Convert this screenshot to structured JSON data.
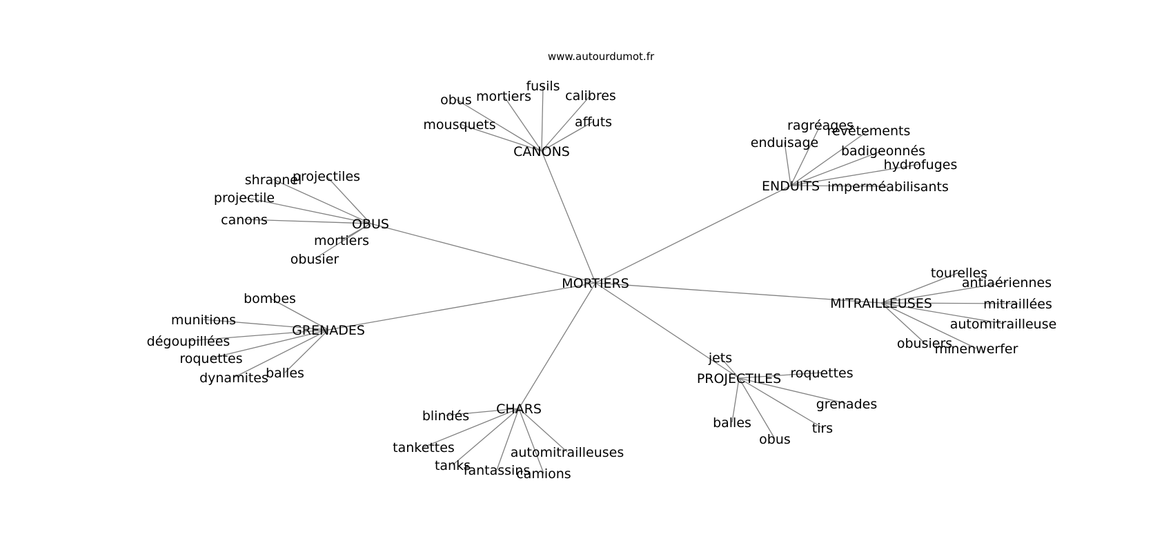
{
  "source_label": "www.autourdumot.fr",
  "center": "MORTIERS",
  "clusters": [
    {
      "label": "CANONS",
      "children": [
        {
          "label": "fusils"
        },
        {
          "label": "mortiers"
        },
        {
          "label": "obus"
        },
        {
          "label": "calibres"
        },
        {
          "label": "affuts"
        },
        {
          "label": "mousquets"
        }
      ]
    },
    {
      "label": "ENDUITS",
      "children": [
        {
          "label": "ragréages"
        },
        {
          "label": "revêtements"
        },
        {
          "label": "enduisage"
        },
        {
          "label": "badigeonnés"
        },
        {
          "label": "hydrofuges"
        },
        {
          "label": "imperméabilisants"
        }
      ]
    },
    {
      "label": "OBUS",
      "children": [
        {
          "label": "projectiles"
        },
        {
          "label": "shrapnel"
        },
        {
          "label": "projectile"
        },
        {
          "label": "canons"
        },
        {
          "label": "mortiers"
        },
        {
          "label": "obusier"
        }
      ]
    },
    {
      "label": "MITRAILLEUSES",
      "children": [
        {
          "label": "tourelles"
        },
        {
          "label": "antiaériennes"
        },
        {
          "label": "mitraillées"
        },
        {
          "label": "automitrailleuse"
        },
        {
          "label": "obusiers"
        },
        {
          "label": "minenwerfer"
        }
      ]
    },
    {
      "label": "GRENADES",
      "children": [
        {
          "label": "bombes"
        },
        {
          "label": "munitions"
        },
        {
          "label": "dégoupillées"
        },
        {
          "label": "roquettes"
        },
        {
          "label": "dynamites"
        },
        {
          "label": "balles"
        }
      ]
    },
    {
      "label": "PROJECTILES",
      "children": [
        {
          "label": "jets"
        },
        {
          "label": "roquettes"
        },
        {
          "label": "grenades"
        },
        {
          "label": "tirs"
        },
        {
          "label": "obus"
        },
        {
          "label": "balles"
        }
      ]
    },
    {
      "label": "CHARS",
      "children": [
        {
          "label": "blindés"
        },
        {
          "label": "tankettes"
        },
        {
          "label": "tanks"
        },
        {
          "label": "fantassins"
        },
        {
          "label": "camions"
        },
        {
          "label": "automitrailleuses"
        }
      ]
    }
  ]
}
